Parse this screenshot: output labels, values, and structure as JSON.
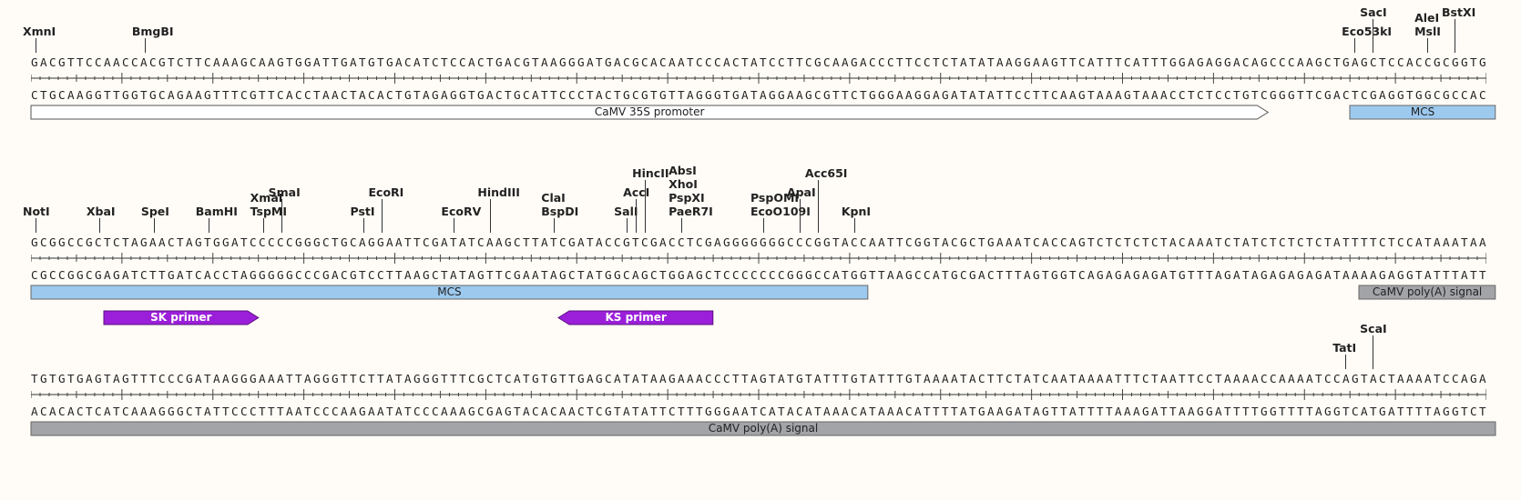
{
  "rows": [
    {
      "top_strand": "GACGTTCCAACCACGTCTTCAAAGCAAGTGGATTGATGTGACATCTCCACTGACGTAAGGGATGACGCACAATCCCACTATCCTTCGCAAGACCCTTCCTCTATATAAGGAAGTTCATTTCATTTGGAGAGGACAGCCCAAGCTGAGCTCCACCGCGGTG",
      "bottom_strand": "CTGCAAGGTTGGTGCAGAAGTTTCGTTCACCTAACTACACTGTAGAGGTGACTGCATTCCCTACTGCGTGTTAGGGTGATAGGAAGCGTTCTGGGAAGGAGATATATTCCTTCAAGTAAAGTAAACCTCTCCTGTCGGGTTCGACTCGAGGTGGCGCCAC",
      "enzymes": [
        {
          "name": "XmnI",
          "pos": 1
        },
        {
          "name": "BmgBI",
          "pos": 13
        },
        {
          "name": "Eco53kI",
          "pos": 146
        },
        {
          "name": "SacI",
          "pos": 148
        },
        {
          "name": "AleI\nMslI",
          "pos": 154
        },
        {
          "name": "BstXI",
          "pos": 157
        }
      ],
      "features": [
        {
          "label": "CaMV 35S promoter",
          "start": 0,
          "end": 136,
          "style": "open-arrow-right",
          "color": "#ffffff"
        },
        {
          "label": "MCS",
          "start": 145,
          "end": 161,
          "style": "box",
          "color": "#9dc9ef"
        }
      ]
    },
    {
      "top_strand": "GCGGCCGCTCTAGAACTAGTGGATCCCCCGGGCTGCAGGAATTCGATATCAAGCTTATCGATACCGTCGACCTCGAGGGGGGGCCCGGTACCAATTCGGTACGCTGAAATCACCAGTCTCTCTCTACAAATCTATCTCTCTCTATTTTCTCCATAAATAA",
      "bottom_strand": "CGCCGGCGAGATCTTGATCACCTAGGGGGCCCGACGTCCTTAAGCTATAGTTCGAATAGCTATGGCAGCTGGAGCTCCCCCCCGGGCCATGGTTAAGCCATGCGACTTTAGTGGTCAGAGAGAGATGTTTAGATAGAGAGAGATAAAAGAGGTATTTATT",
      "enzymes": [
        {
          "name": "NotI",
          "pos": 1
        },
        {
          "name": "XbaI",
          "pos": 8
        },
        {
          "name": "SpeI",
          "pos": 14
        },
        {
          "name": "BamHI",
          "pos": 20
        },
        {
          "name": "XmaI\nTspMI",
          "pos": 26
        },
        {
          "name": "SmaI",
          "pos": 28
        },
        {
          "name": "PstI",
          "pos": 37
        },
        {
          "name": "EcoRI",
          "pos": 39
        },
        {
          "name": "EcoRV",
          "pos": 47
        },
        {
          "name": "HindIII",
          "pos": 51
        },
        {
          "name": "ClaI\nBspDI",
          "pos": 58
        },
        {
          "name": "SalI",
          "pos": 66
        },
        {
          "name": "AccI",
          "pos": 67
        },
        {
          "name": "HincII",
          "pos": 68
        },
        {
          "name": "AbsI\nXhoI\nPspXI\nPaeR7I",
          "pos": 72
        },
        {
          "name": "PspOMI\nEcoO109I",
          "pos": 81
        },
        {
          "name": "ApaI",
          "pos": 85
        },
        {
          "name": "Acc65I",
          "pos": 87
        },
        {
          "name": "KpnI",
          "pos": 91
        }
      ],
      "features": [
        {
          "label": "MCS",
          "start": 0,
          "end": 92,
          "style": "box",
          "color": "#9dc9ef"
        },
        {
          "label": "CaMV poly(A) signal",
          "start": 146,
          "end": 161,
          "style": "box",
          "color": "#a2a4a8"
        },
        {
          "label": "SK primer",
          "start": 8,
          "end": 25,
          "style": "arrow-right",
          "color": "#9b1fd9",
          "lane": 2
        },
        {
          "label": "KS primer",
          "start": 58,
          "end": 75,
          "style": "arrow-left",
          "color": "#9b1fd9",
          "lane": 2
        }
      ]
    },
    {
      "top_strand": "TGTGTGAGTAGTTTCCCGATAAGGGAAATTAGGGTTCTTATAGGGTTTCGCTCATGTGTTGAGCATATAAGAAACCCTTAGTATGTATTTGTATTTGTAAAATACTTCTATCAATAAAATTTCTAATTCCTAAAACCAAAATCCAGTACTAAAATCCAGA",
      "bottom_strand": "ACACACTCATCAAAGGGCTATTCCCTTTAATCCCAAGAATATCCCAAAGCGAGTACACAACTCGTATATTCTTTGGGAATCATACATAAACATAAACATTTTATGAAGATAGTTATTTTAAAGATTAAGGATTTTGGTTTTAGGTCATGATTTTAGGTCT",
      "enzymes": [
        {
          "name": "TatI",
          "pos": 145
        },
        {
          "name": "ScaI",
          "pos": 148
        }
      ],
      "features": [
        {
          "label": "CaMV poly(A) signal",
          "start": 0,
          "end": 161,
          "style": "box",
          "color": "#a2a4a8"
        }
      ]
    }
  ]
}
